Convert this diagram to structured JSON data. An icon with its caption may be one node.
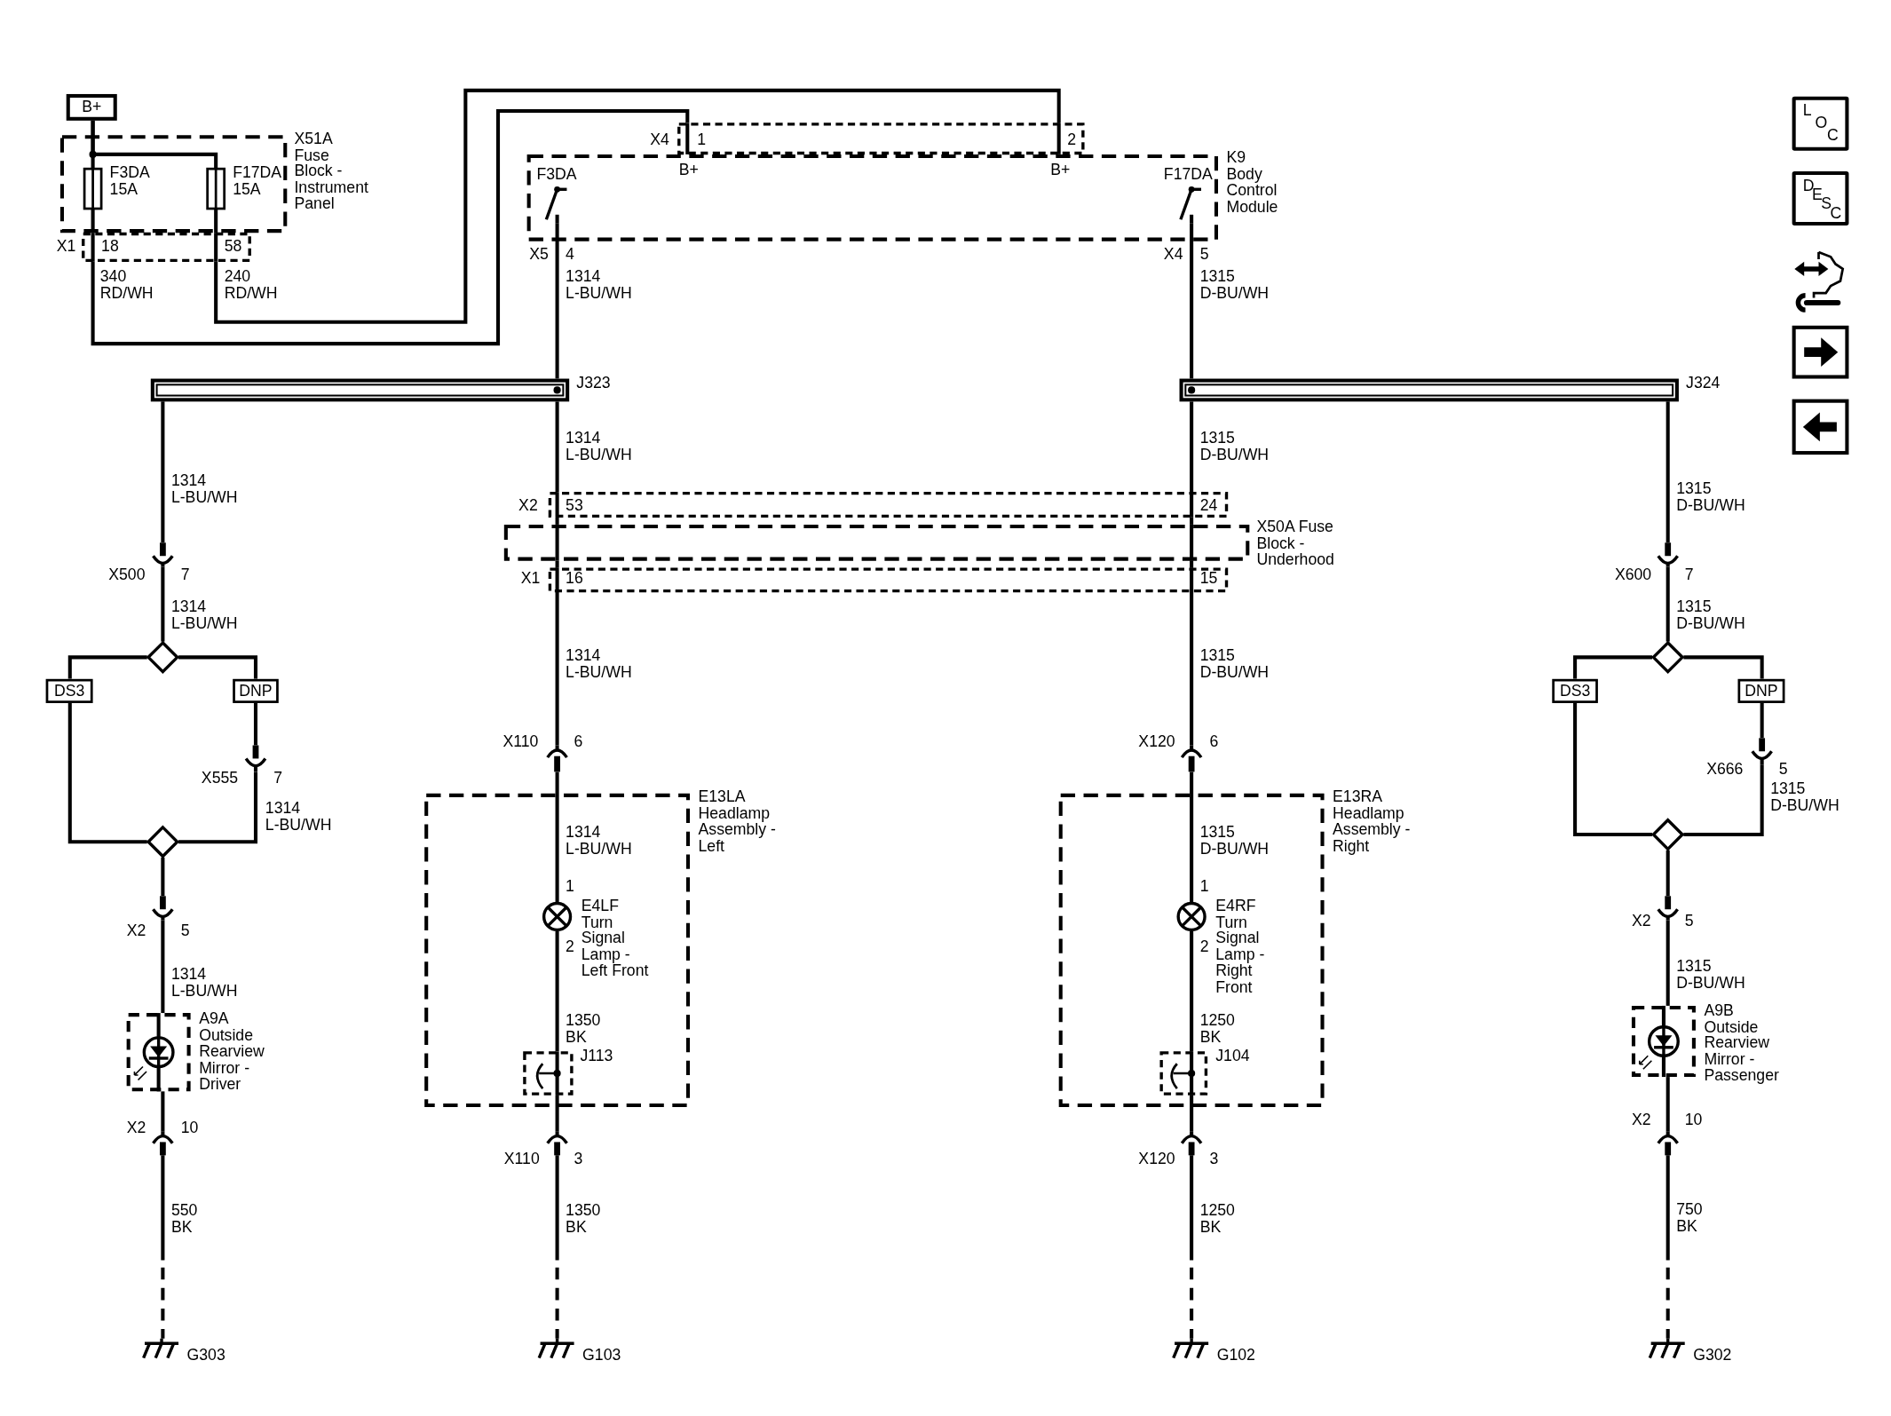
{
  "diagram": {
    "nodes": [
      {
        "text": [
          "B+"
        ]
      },
      {
        "text": [
          "X51A Fuse Block - Instrument Panel"
        ]
      },
      {
        "text": [
          "F3DA 15A"
        ],
        "in": 1
      },
      {
        "text": [
          "F17DA 15A"
        ],
        "in": 1
      },
      {
        "text": [
          "X1",
          "18",
          "58"
        ]
      },
      {
        "text": [
          "X4",
          "1",
          "2"
        ],
        "beside": [
          "B+",
          "B+"
        ]
      },
      {
        "text": [
          "K9 Body Control Module"
        ]
      },
      {
        "text": [
          "F3DA"
        ],
        "in": 6
      },
      {
        "text": [
          "F17DA"
        ],
        "in": 6
      },
      {
        "text": [
          "J323"
        ]
      },
      {
        "text": [
          "J324"
        ]
      },
      {
        "text": [
          "X2",
          "53",
          "24"
        ]
      },
      {
        "text": [
          "X50A Fuse Block - Underhood"
        ]
      },
      {
        "text": [
          "X1",
          "16",
          "15"
        ]
      },
      {
        "text": [
          "X500",
          "7"
        ]
      },
      {
        "text": [],
        "shape": "diamond"
      },
      {
        "text": [
          "DS3"
        ]
      },
      {
        "text": [
          "DNP"
        ]
      },
      {
        "text": [
          "X555",
          "7"
        ]
      },
      {
        "text": [],
        "shape": "diamond"
      },
      {
        "text": [
          "X2",
          "5"
        ]
      },
      {
        "text": [
          "A9A Outside Rearview Mirror - Driver"
        ]
      },
      {
        "text": [
          "X2",
          "10"
        ]
      },
      {
        "text": [
          "G303"
        ]
      },
      {
        "text": [
          "X110",
          "6"
        ]
      },
      {
        "text": [
          "E13LA Headlamp Assembly - Left"
        ]
      },
      {
        "text": [
          "E4LF Turn Signal Lamp - Left Front"
        ],
        "in": 25
      },
      {
        "text": [
          "J113"
        ],
        "in": 25
      },
      {
        "text": [
          "X110",
          "3"
        ]
      },
      {
        "text": [
          "G103"
        ]
      },
      {
        "text": [
          "X120",
          "6"
        ]
      },
      {
        "text": [
          "E13RA Headlamp Assembly - Right"
        ]
      },
      {
        "text": [
          "E4RF Turn Signal Lamp - Right Front"
        ],
        "in": 31
      },
      {
        "text": [
          "J104"
        ],
        "in": 31
      },
      {
        "text": [
          "X120",
          "3"
        ]
      },
      {
        "text": [
          "G102"
        ]
      },
      {
        "text": [
          "X600",
          "7"
        ]
      },
      {
        "text": [],
        "shape": "diamond"
      },
      {
        "text": [
          "DS3"
        ]
      },
      {
        "text": [
          "DNP"
        ]
      },
      {
        "text": [
          "X666",
          "5"
        ]
      },
      {
        "text": [],
        "shape": "diamond"
      },
      {
        "text": [
          "X2",
          "5"
        ]
      },
      {
        "text": [
          "A9B Outside Rearview Mirror - Passenger"
        ]
      },
      {
        "text": [
          "X2",
          "10"
        ]
      },
      {
        "text": [
          "G302"
        ]
      }
    ],
    "edges": [
      {
        "from": 0,
        "to": 2,
        "arrow": "none"
      },
      {
        "from": 0,
        "to": 3,
        "arrow": "none"
      },
      {
        "from": 2,
        "to": 4,
        "arrow": "none"
      },
      {
        "from": 3,
        "to": 4,
        "arrow": "none"
      },
      {
        "from": 4,
        "to": 5,
        "arrow": "none",
        "label": "340 RD/WH"
      },
      {
        "from": 4,
        "to": 5,
        "arrow": "none",
        "label": "240 RD/WH"
      },
      {
        "from": 7,
        "to": 9,
        "arrow": "none",
        "label": "1314 L-BU/WH"
      },
      {
        "from": 8,
        "to": 10,
        "arrow": "none",
        "label": "1315 D-BU/WH"
      },
      {
        "from": 9,
        "to": 14,
        "arrow": "none",
        "label": "1314 L-BU/WH"
      },
      {
        "from": 9,
        "to": 11,
        "arrow": "none",
        "label": "1314 L-BU/WH"
      },
      {
        "from": 10,
        "to": 11,
        "arrow": "none",
        "label": "1315 D-BU/WH"
      },
      {
        "from": 10,
        "to": 36,
        "arrow": "none",
        "label": "1315 D-BU/WH"
      },
      {
        "from": 11,
        "to": 12,
        "arrow": "none"
      },
      {
        "from": 12,
        "to": 13,
        "arrow": "none"
      },
      {
        "from": 11,
        "to": 12,
        "arrow": "none"
      },
      {
        "from": 12,
        "to": 13,
        "arrow": "none"
      },
      {
        "from": 13,
        "to": 24,
        "arrow": "none",
        "label": "1314 L-BU/WH"
      },
      {
        "from": 13,
        "to": 30,
        "arrow": "none",
        "label": "1315 D-BU/WH"
      },
      {
        "from": 14,
        "to": 15,
        "arrow": "none",
        "label": "1314 L-BU/WH"
      },
      {
        "from": 15,
        "to": 16,
        "arrow": "none"
      },
      {
        "from": 15,
        "to": 17,
        "arrow": "none"
      },
      {
        "from": 16,
        "to": 19,
        "arrow": "none"
      },
      {
        "from": 17,
        "to": 18,
        "arrow": "none"
      },
      {
        "from": 18,
        "to": 19,
        "arrow": "none",
        "label": "1314 L-BU/WH"
      },
      {
        "from": 19,
        "to": 20,
        "arrow": "none"
      },
      {
        "from": 20,
        "to": 21,
        "arrow": "none",
        "label": "1314 L-BU/WH"
      },
      {
        "from": 21,
        "to": 22,
        "arrow": "none"
      },
      {
        "from": 22,
        "to": 23,
        "arrow": "none",
        "label": "550 BK",
        "style": "dashed"
      },
      {
        "from": 24,
        "to": 26,
        "arrow": "none",
        "label": "1314 L-BU/WH"
      },
      {
        "from": 26,
        "to": 27,
        "arrow": "none",
        "label": "1350 BK"
      },
      {
        "from": 27,
        "to": 28,
        "arrow": "none"
      },
      {
        "from": 28,
        "to": 29,
        "arrow": "none",
        "label": "1350 BK",
        "style": "dashed"
      },
      {
        "from": 30,
        "to": 32,
        "arrow": "none",
        "label": "1315 D-BU/WH"
      },
      {
        "from": 32,
        "to": 33,
        "arrow": "none",
        "label": "1250 BK"
      },
      {
        "from": 33,
        "to": 34,
        "arrow": "none"
      },
      {
        "from": 34,
        "to": 35,
        "arrow": "none",
        "label": "1250 BK",
        "style": "dashed"
      },
      {
        "from": 36,
        "to": 37,
        "arrow": "none",
        "label": "1315 D-BU/WH"
      },
      {
        "from": 37,
        "to": 38,
        "arrow": "none"
      },
      {
        "from": 37,
        "to": 39,
        "arrow": "none"
      },
      {
        "from": 38,
        "to": 41,
        "arrow": "none"
      },
      {
        "from": 39,
        "to": 40,
        "arrow": "none"
      },
      {
        "from": 40,
        "to": 41,
        "arrow": "none",
        "label": "1315 D-BU/WH"
      },
      {
        "from": 41,
        "to": 42,
        "arrow": "none"
      },
      {
        "from": 42,
        "to": 43,
        "arrow": "none",
        "label": "1315 D-BU/WH"
      },
      {
        "from": 43,
        "to": 44,
        "arrow": "none"
      },
      {
        "from": 44,
        "to": 45,
        "arrow": "none",
        "label": "750 BK",
        "style": "dashed"
      }
    ],
    "labels": [
      "X5",
      "4",
      "X4",
      "5",
      "1",
      "2",
      "1",
      "2",
      "LOC",
      "DESC"
    ]
  }
}
